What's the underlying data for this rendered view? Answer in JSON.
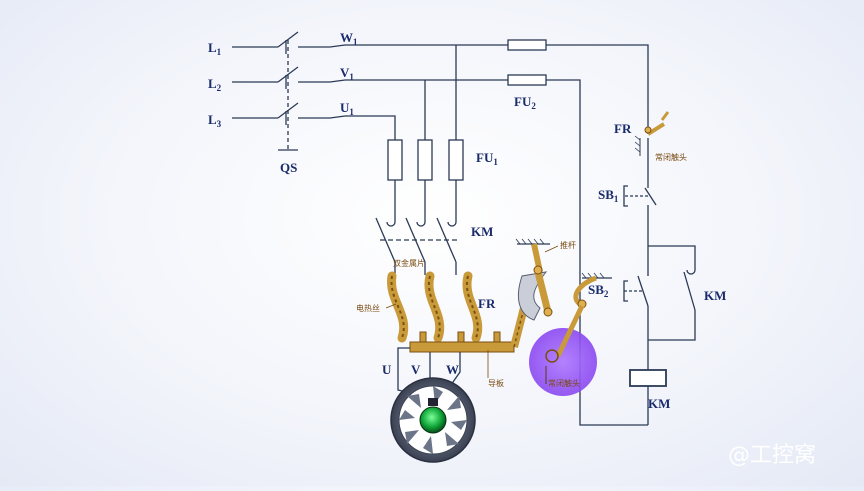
{
  "lines": {
    "l1": "L",
    "l1_sub": "1",
    "l2": "L",
    "l2_sub": "2",
    "l3": "L",
    "l3_sub": "3"
  },
  "phases": {
    "w1": "W",
    "w1_sub": "1",
    "v1": "V",
    "v1_sub": "1",
    "u1": "U",
    "u1_sub": "1"
  },
  "qs": "QS",
  "fu1": "FU",
  "fu1_sub": "1",
  "fu2": "FU",
  "fu2_sub": "2",
  "km_main": "KM",
  "km_aux": "KM",
  "km_coil": "KM",
  "fr_heater": "FR",
  "fr_contact": "FR",
  "sb1": "SB",
  "sb1_sub": "1",
  "sb2": "SB",
  "sb2_sub": "2",
  "motor_terms": {
    "u": "U",
    "v": "V",
    "w": "W"
  },
  "annotations": {
    "bimetal": "双金属片",
    "heater": "电热丝",
    "push_rod": "推杆",
    "guide": "导板",
    "nc_contact_top": "常闭触头",
    "nc_contact_mid": "常闭触头"
  },
  "watermark": "@工控窝",
  "colors": {
    "wire": "#2b3a55",
    "label": "#1a2b6b",
    "mechanism": "#c89a3a",
    "highlight": "#9b59f0"
  }
}
